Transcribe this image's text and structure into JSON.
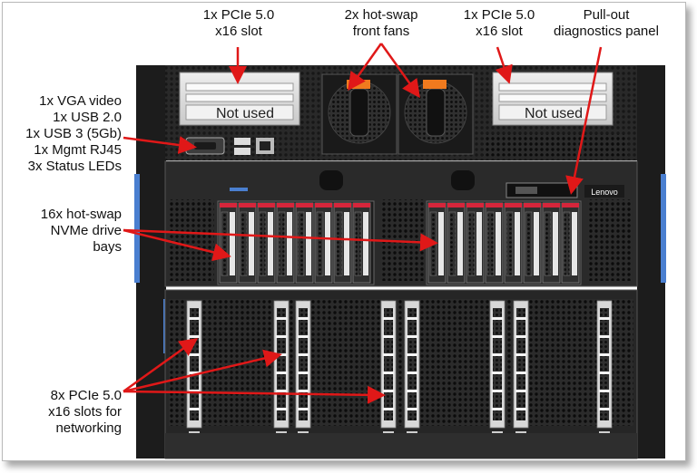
{
  "labels": {
    "pcie_left": [
      "1x PCIe 5.0",
      "x16 slot"
    ],
    "fans": [
      "2x hot-swap",
      "front fans"
    ],
    "pcie_right": [
      "1x PCIe 5.0",
      "x16 slot"
    ],
    "diagnostics": [
      "Pull-out",
      "diagnostics panel"
    ],
    "ports": [
      "1x VGA video",
      "1x USB 2.0",
      "1x USB 3 (5Gb)",
      "1x Mgmt RJ45",
      "3x Status LEDs"
    ],
    "drives": [
      "16x hot-swap",
      "NVMe drive",
      "bays"
    ],
    "networking": [
      "8x PCIe 5.0",
      "x16 slots for",
      "networking"
    ]
  },
  "not_used_label": "Not used",
  "brand_logo": "Lenovo",
  "colors": {
    "arrow": "#e01818",
    "chassis": "#252525",
    "fan_tab": "#f07a1e",
    "drive_tab": "#d6263b"
  }
}
